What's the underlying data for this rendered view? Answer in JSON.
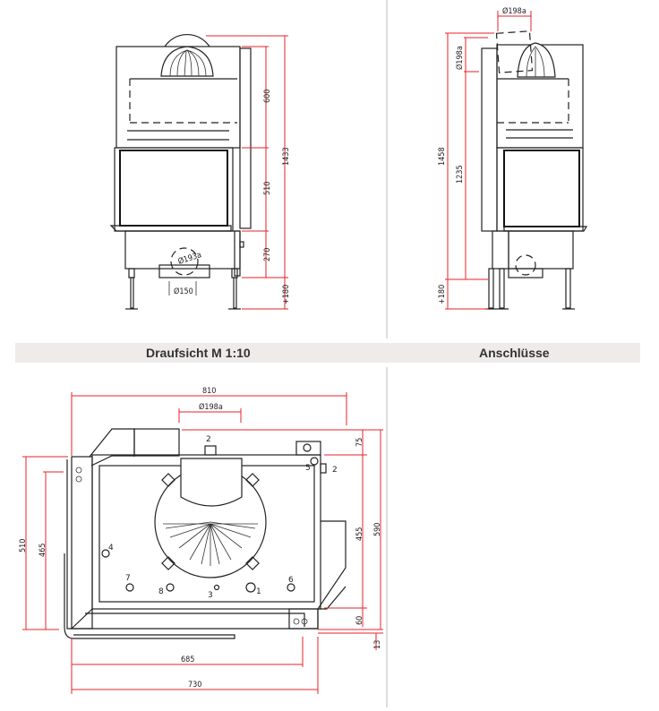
{
  "headers": {
    "left": "Draufsicht M 1:10",
    "right": "Anschlüsse"
  },
  "front_view": {
    "dims": {
      "upper": "600",
      "middle": "510",
      "lower": "270",
      "total": "1433",
      "legs": "+180",
      "flue_angle": "Ø193a",
      "flue_bottom": "Ø150"
    }
  },
  "side_view": {
    "dims": {
      "flue_top": "Ø198a",
      "flue_side": "Ø198a",
      "total": "1458",
      "height": "1235",
      "legs": "+180"
    }
  },
  "top_view": {
    "dims": {
      "width": "810",
      "flue": "Ø198a",
      "d75": "75",
      "d455": "455",
      "d590": "590",
      "d60": "60",
      "d13": "13",
      "d510": "510",
      "d465": "465",
      "d685": "685",
      "d730": "730"
    },
    "connections": [
      "1",
      "2",
      "2",
      "3",
      "4",
      "5",
      "6",
      "7",
      "8"
    ]
  },
  "colors": {
    "dimension": "#e8202a",
    "header_bg": "#efebe8"
  }
}
